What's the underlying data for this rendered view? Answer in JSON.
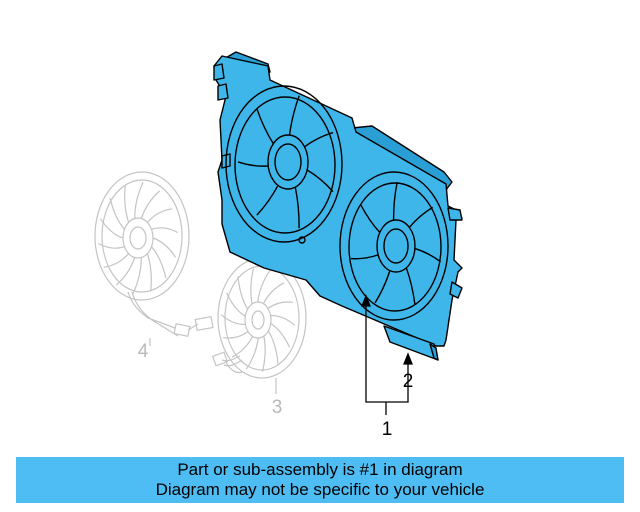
{
  "colors": {
    "shroud_fill": "#3fb6ea",
    "outline": "#000000",
    "ghost_outline": "#c4c4c4",
    "ghost_label": "#b9b9b9",
    "banner_bg": "#4dbdf4",
    "banner_text": "#000000"
  },
  "callouts": {
    "c1": "1",
    "c2": "2",
    "c3": "3",
    "c4": "4"
  },
  "banner": {
    "line1": "Part or sub-assembly is #1 in diagram",
    "line2": "Diagram may not be specific to your vehicle"
  }
}
